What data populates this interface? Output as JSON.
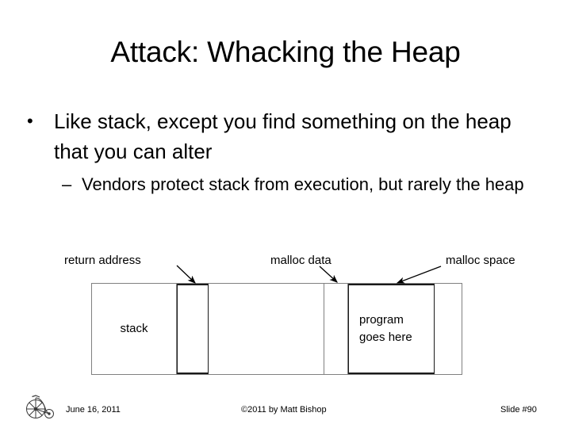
{
  "slide": {
    "title": "Attack: Whacking the Heap",
    "bullets": [
      {
        "marker": "•",
        "text": "Like stack, except you find something on the heap that you can alter"
      },
      {
        "marker": "–",
        "text": "Vendors protect stack from execution, but rarely the heap"
      }
    ]
  },
  "diagram": {
    "labels": {
      "return_address": "return address",
      "malloc_data": "malloc data",
      "malloc_space": "malloc space"
    },
    "cells": [
      {
        "name": "stack",
        "text": "stack"
      },
      {
        "name": "return-address",
        "text": ""
      },
      {
        "name": "free-region",
        "text": ""
      },
      {
        "name": "malloc-data",
        "text": ""
      },
      {
        "name": "program",
        "line1": "program",
        "line2": "goes here"
      },
      {
        "name": "tail-region",
        "text": ""
      }
    ],
    "colors": {
      "outline": "#808080",
      "emphasis_outline": "#1a1a1a",
      "arrow": "#000000",
      "text": "#000000"
    }
  },
  "footer": {
    "date": "June 16, 2011",
    "copyright": "©2011 by Matt Bishop",
    "slide_number": "Slide #90",
    "logo": "penny-farthing-bicycle-logo"
  }
}
